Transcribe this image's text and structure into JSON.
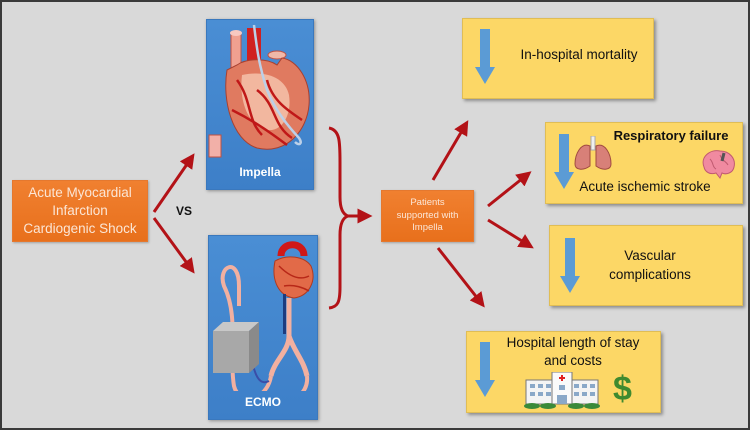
{
  "start_box": {
    "lines": [
      "Acute Myocardial",
      "Infarction",
      "Cardiogenic Shock"
    ]
  },
  "comparison_label": "VS",
  "devices": [
    {
      "label": "Impella",
      "icon": "heart-with-impella-catheter"
    },
    {
      "label": "ECMO",
      "icon": "heart-with-ecmo-circuit"
    }
  ],
  "center_box": {
    "lines": [
      "Patients",
      "supported with",
      "Impella"
    ]
  },
  "outcomes": [
    {
      "direction": "decrease",
      "lines": [
        "In-hospital mortality"
      ]
    },
    {
      "direction": "decrease",
      "lines": [
        "Respiratory failure",
        "Acute ischemic stroke"
      ],
      "icons": [
        "lungs-icon",
        "brain-icon"
      ]
    },
    {
      "direction": "decrease",
      "lines": [
        "Vascular",
        "complications"
      ]
    },
    {
      "direction": "decrease",
      "lines": [
        "Hospital length of stay",
        "and costs"
      ],
      "icons": [
        "hospital-icon",
        "dollar-icon"
      ],
      "dollar_symbol": "$"
    }
  ],
  "colors": {
    "background": "#d9d9d9",
    "orange_box": "#ec7524",
    "device_box": "#4487cf",
    "outcome_box": "#fcd766",
    "arrow": "#b31217",
    "down_arrow": "#5b9bd5"
  }
}
